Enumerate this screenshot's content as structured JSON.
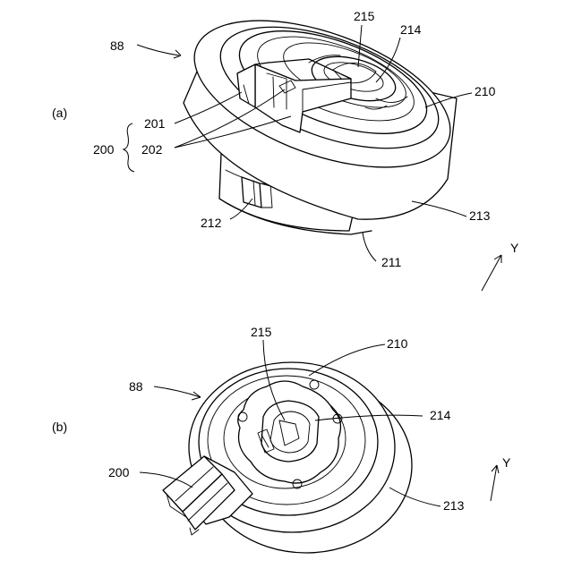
{
  "panel_a": {
    "label": "(a)",
    "labels": {
      "l88": "88",
      "l215": "215",
      "l214": "214",
      "l210": "210",
      "l201": "201",
      "l200": "200",
      "l202": "202",
      "l212": "212",
      "l213": "213",
      "l211": "211",
      "axis": "Y"
    }
  },
  "panel_b": {
    "label": "(b)",
    "labels": {
      "l215": "215",
      "l210": "210",
      "l88": "88",
      "l214": "214",
      "l200": "200",
      "l213": "213",
      "axis": "Y"
    }
  }
}
